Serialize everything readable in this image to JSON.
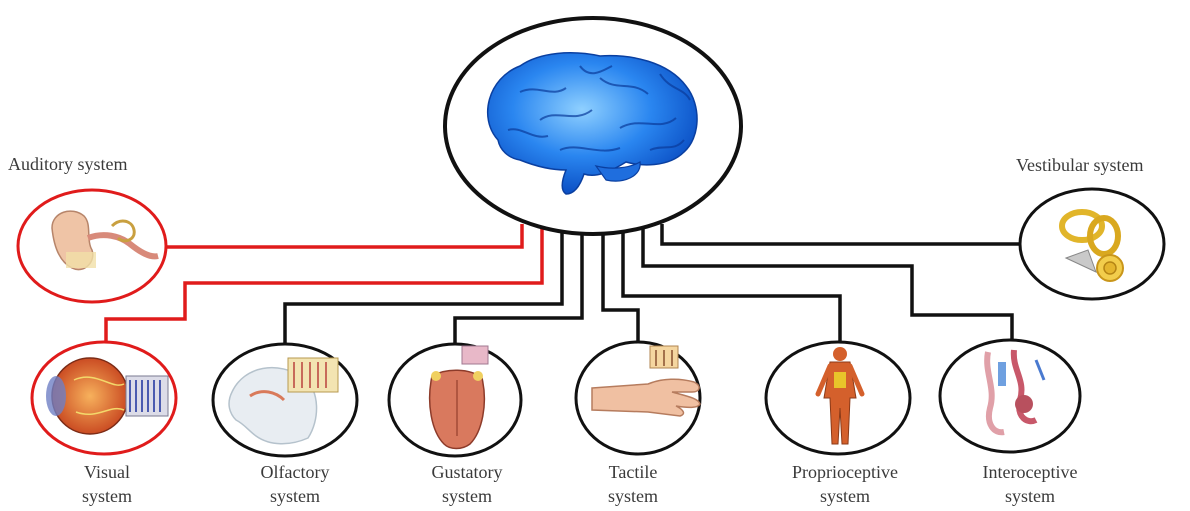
{
  "center": {
    "icon": "brain-icon",
    "color": "#2a86f0"
  },
  "colors": {
    "highlight": "#e01b1b",
    "normal": "#111111"
  },
  "systems": {
    "auditory": {
      "label": "Auditory system",
      "icon": "ear-icon",
      "highlighted": true
    },
    "vestibular": {
      "label": "Vestibular system",
      "icon": "inner-ear-icon",
      "highlighted": false
    },
    "visual": {
      "line1": "Visual",
      "line2": "system",
      "icon": "eye-icon",
      "highlighted": true
    },
    "olfactory": {
      "line1": "Olfactory",
      "line2": "system",
      "icon": "nose-icon",
      "highlighted": false
    },
    "gustatory": {
      "line1": "Gustatory",
      "line2": "system",
      "icon": "tongue-icon",
      "highlighted": false
    },
    "tactile": {
      "line1": "Tactile",
      "line2": "system",
      "icon": "hand-icon",
      "highlighted": false
    },
    "proprioceptive": {
      "line1": "Proprioceptive",
      "line2": "system",
      "icon": "body-icon",
      "highlighted": false
    },
    "interoceptive": {
      "line1": "Interoceptive",
      "line2": "system",
      "icon": "organs-icon",
      "highlighted": false
    }
  }
}
